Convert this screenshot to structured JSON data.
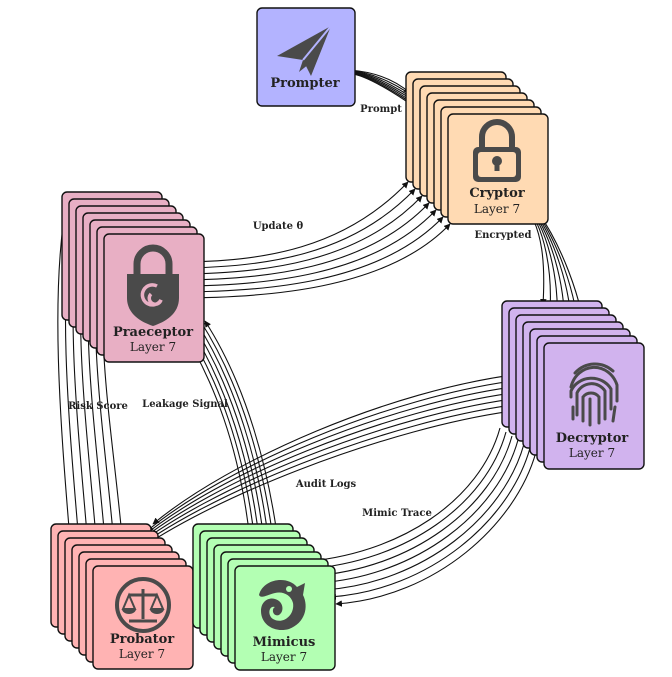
{
  "nodes": {
    "prompter": {
      "title": "Prompter",
      "icon": "paper-plane-icon",
      "color": "#b3b3ff"
    },
    "cryptor": {
      "title": "Cryptor",
      "subtitle": "Layer 7",
      "icon": "padlock-icon",
      "color": "#ffdab3"
    },
    "decryptor": {
      "title": "Decryptor",
      "subtitle": "Layer 7",
      "icon": "fingerprint-icon",
      "color": "#d1b3ee"
    },
    "praeceptor": {
      "title": "Praeceptor",
      "subtitle": "Layer 7",
      "icon": "shield-lock-icon",
      "color": "#e8afc4"
    },
    "probator": {
      "title": "Probator",
      "subtitle": "Layer 7",
      "icon": "scale-icon",
      "color": "#ffb3b3"
    },
    "mimicus": {
      "title": "Mimicus",
      "subtitle": "Layer 7",
      "icon": "chameleon-icon",
      "color": "#b3ffb3"
    }
  },
  "edges": {
    "prompt": "Prompt",
    "encrypted": "Encrypted",
    "update": "Update θ",
    "risk_score": "Risk Score",
    "leakage_signal": "Leakage Signal",
    "audit_logs": "Audit Logs",
    "mimic_trace": "Mimic Trace"
  }
}
